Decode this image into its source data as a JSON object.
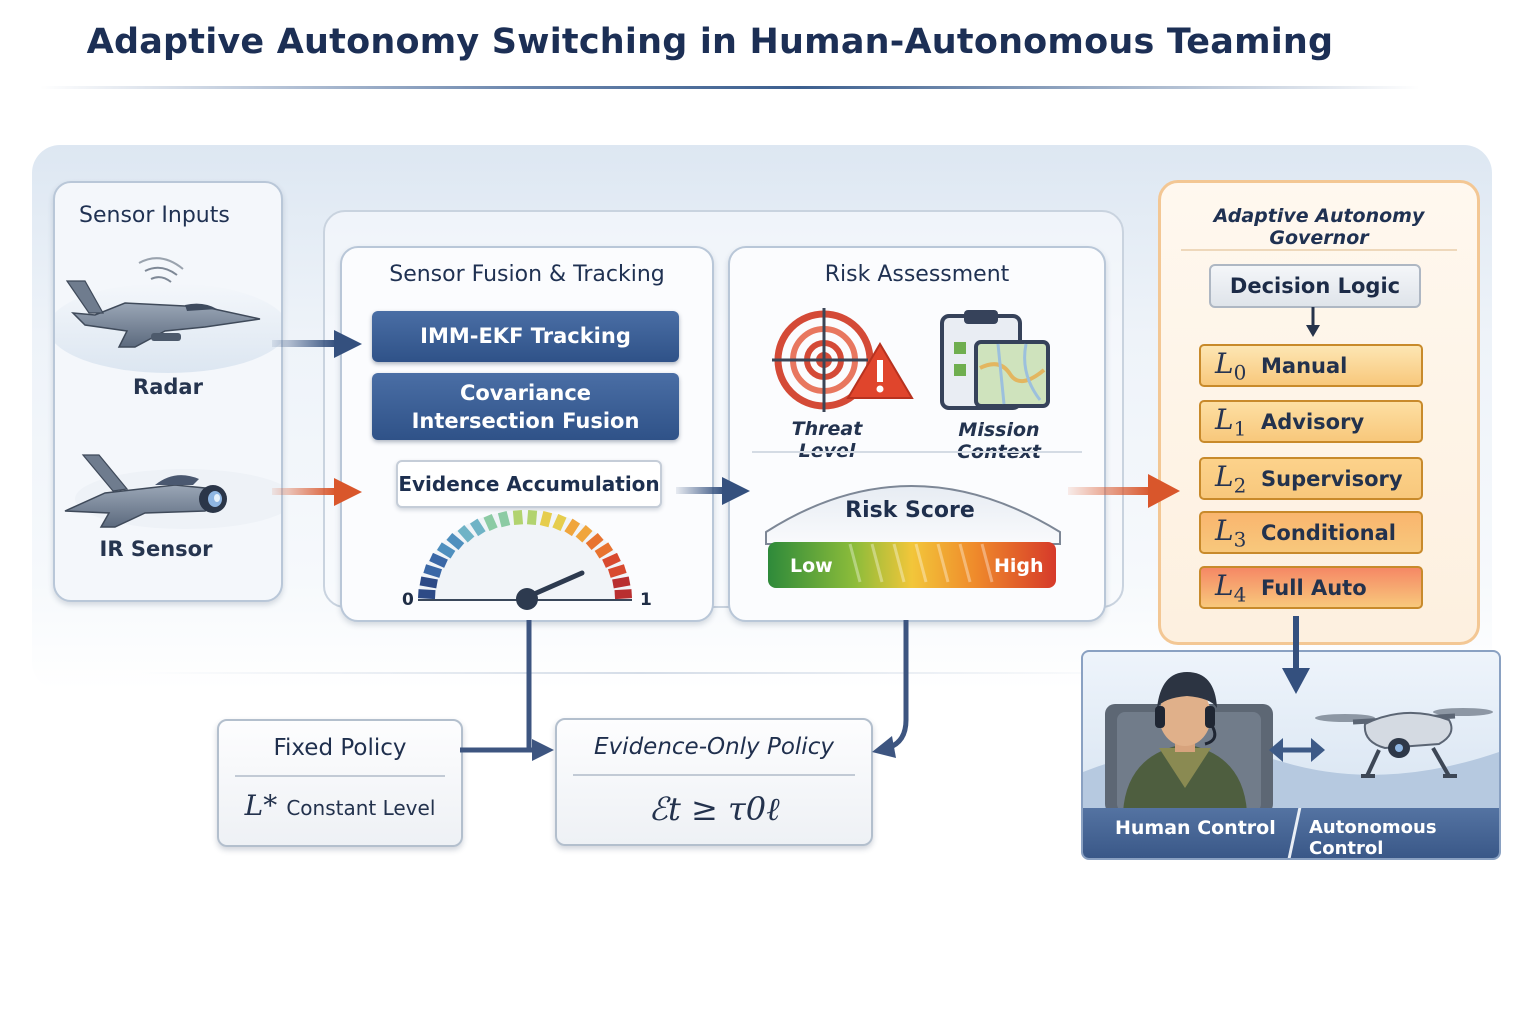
{
  "title": "Adaptive Autonomy Switching in Human-Autonomous Teaming",
  "sensor_inputs": {
    "title": "Sensor Inputs",
    "radar_label": "Radar",
    "ir_label": "IR Sensor"
  },
  "fusion": {
    "title": "Sensor Fusion & Tracking",
    "imm_label": "IMM-EKF Tracking",
    "ci_label": "Covariance Intersection Fusion",
    "evidence_label": "Evidence Accumulation",
    "gauge_min": "0",
    "gauge_max": "1"
  },
  "risk": {
    "title": "Risk Assessment",
    "threat_label": "Threat Level",
    "mission_label": "Mission Context",
    "score_label": "Risk Score",
    "low_label": "Low",
    "high_label": "High"
  },
  "governor": {
    "title": "Adaptive Autonomy Governor",
    "decision_label": "Decision Logic",
    "levels": [
      {
        "symbol": "L",
        "sub": "0",
        "label": "Manual",
        "color": "#fde6b3"
      },
      {
        "symbol": "L",
        "sub": "1",
        "label": "Advisory",
        "color": "#fddfa3"
      },
      {
        "symbol": "L",
        "sub": "2",
        "label": "Supervisory",
        "color": "#fcd28b"
      },
      {
        "symbol": "L",
        "sub": "3",
        "label": "Conditional",
        "color": "#f9b56e"
      },
      {
        "symbol": "L",
        "sub": "4",
        "label": "Full Auto",
        "color": "#f58865"
      }
    ]
  },
  "control": {
    "human_label": "Human Control",
    "autonomous_label": "Autonomous Control"
  },
  "policies": {
    "fixed_title": "Fixed Policy",
    "fixed_symbol": "L*",
    "fixed_text": "Constant Level",
    "evidence_title": "Evidence-Only Policy",
    "evidence_formula": "ℰt ≥ τ0ℓ"
  },
  "colors": {
    "navy": "#2f5288",
    "arrow_blue": "#34507e",
    "arrow_orange": "#d9562b",
    "governor_border": "#f3c794"
  }
}
